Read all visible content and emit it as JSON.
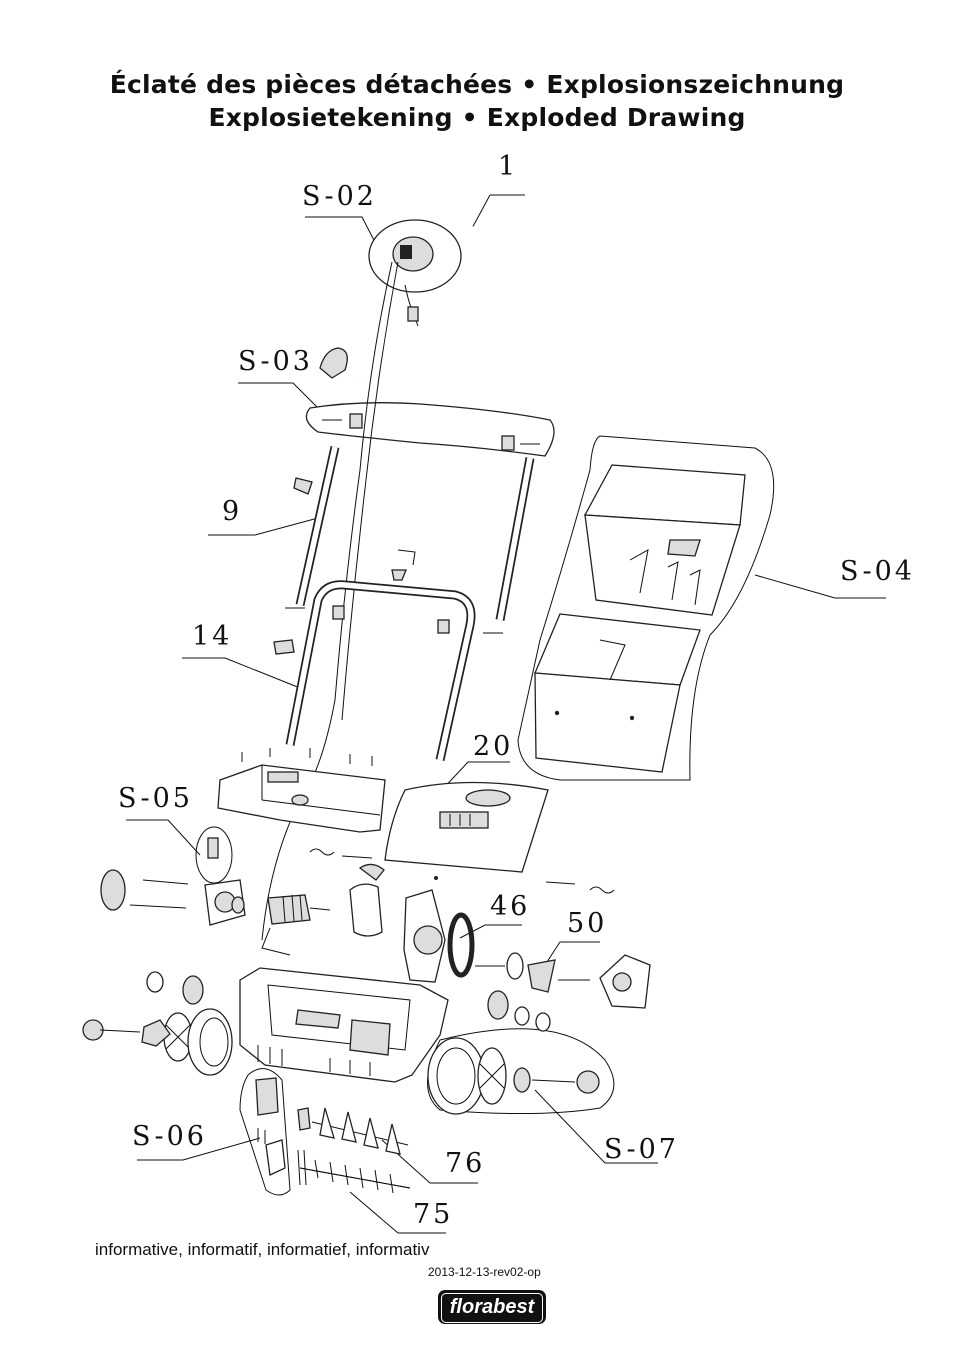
{
  "title": {
    "line1": "Éclaté des pièces détachées • Explosionszeichnung",
    "line2": "Explosietekening • Exploded Drawing"
  },
  "callouts": {
    "c1": "1",
    "s02": "S-02",
    "s03": "S-03",
    "c9": "9",
    "s04": "S-04",
    "c14": "14",
    "c20": "20",
    "s05": "S-05",
    "c46": "46",
    "c50": "50",
    "s06": "S-06",
    "c76": "76",
    "s07": "S-07",
    "c75": "75"
  },
  "footer": {
    "note": "informative, informatif, informatief, informativ",
    "revision": "2013-12-13-rev02-op",
    "brand": "florabest"
  }
}
